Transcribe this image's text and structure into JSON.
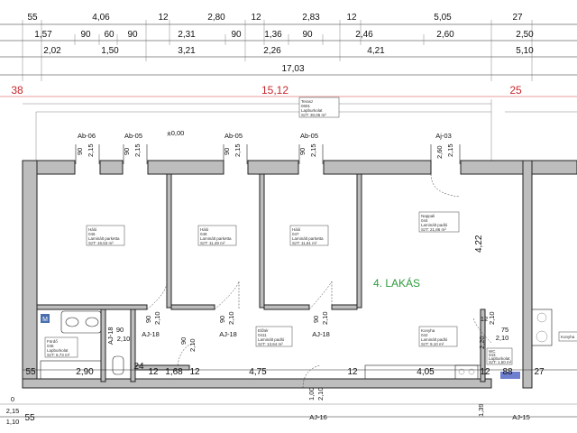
{
  "dimension_rows": {
    "row1": [
      "55",
      "4,06",
      "12",
      "2,80",
      "12",
      "2,83",
      "12",
      "5,05",
      "27"
    ],
    "row2": [
      "1,57",
      "90",
      "60",
      "90",
      "2,31",
      "90",
      "1,36",
      "90",
      "2,46",
      "2,60",
      "2,50"
    ],
    "row3": [
      "2,02",
      "1,50",
      "3,21",
      "2,26",
      "4,21",
      "5,10"
    ],
    "overall": "17,03",
    "red_row": [
      "38",
      "15,12",
      "25"
    ]
  },
  "window_codes": [
    "Ab-06",
    "Ab-05",
    "Ab-05",
    "Ab-05",
    "Aj-03"
  ],
  "window_dims": [
    "90",
    "2,15",
    "90",
    "2,15",
    "90",
    "2,15",
    "90",
    "2,15",
    "2,60",
    "2,15",
    "55"
  ],
  "level_mark": "±0,00",
  "terrace_tag": [
    "Terasz",
    "0691",
    "Lapburkolat",
    "SzT: 30,06 m²"
  ],
  "apartment_label": "4. LAKÁS",
  "rooms": [
    {
      "lines": [
        "Háló",
        "046",
        "Laminált parketta",
        "SzT: 16,53 m²"
      ]
    },
    {
      "lines": [
        "Háló",
        "048",
        "Laminált parketta",
        "SzT: 11,49 m²"
      ]
    },
    {
      "lines": [
        "Háló",
        "047",
        "Laminált parketta",
        "SzT: 11,61 m²"
      ]
    },
    {
      "lines": [
        "Nappali",
        "044",
        "Laminált padló",
        "SzT: 21,86 m²"
      ]
    },
    {
      "lines": [
        "Fürdő",
        "046",
        "Lapburkolat",
        "SzT: 6,73 m²"
      ]
    },
    {
      "lines": [
        "Előtér",
        "0411",
        "Laminált padló",
        "SzT: 13,64 m²"
      ]
    },
    {
      "lines": [
        "Konyha",
        "042",
        "Laminált padló",
        "SzT: 9,10 m²"
      ]
    },
    {
      "lines": [
        "WC",
        "043",
        "Lapburkolat",
        "SzT: 1,50 m²"
      ]
    },
    {
      "lines": [
        "Konyha"
      ]
    }
  ],
  "door_codes": [
    "AJ-18",
    "AJ-18",
    "AJ-18",
    "AJ-18",
    "AJ-16",
    "AJ-15"
  ],
  "door_dims": [
    "90",
    "2,10",
    "90",
    "2,10",
    "90",
    "2,10",
    "90",
    "2,10",
    "90",
    "2,10",
    "12",
    "2,10",
    "75",
    "2,10",
    "2,20"
  ],
  "inner_dims": [
    "4,22"
  ],
  "bottom_row": [
    "55",
    "2,90",
    "24",
    "12",
    "1,68",
    "12",
    "4,75",
    "12",
    "4,05",
    "12",
    "88",
    "27"
  ],
  "bottom_extra": [
    "1,00",
    "2,10",
    "1,39",
    "55"
  ],
  "left_edge": [
    "0",
    "2,15",
    "1,10"
  ]
}
